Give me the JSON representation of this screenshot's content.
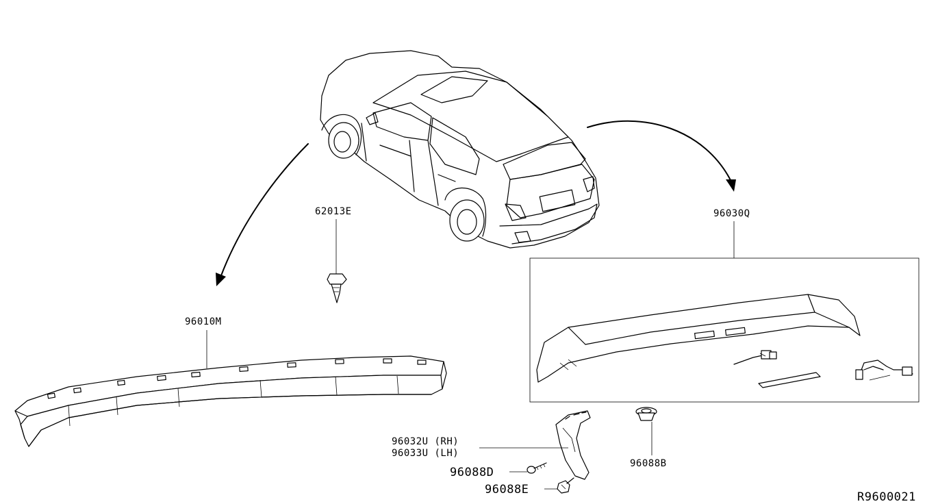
{
  "labels": {
    "p62013e": "62013E",
    "p96010m": "96010M",
    "p96030q": "96030Q",
    "p96032u": "96032U (RH)",
    "p96033u": "96033U (LH)",
    "p96088d": "96088D",
    "p96088e": "96088E",
    "p96088b": "96088B"
  },
  "diagram_id": "R9600021"
}
